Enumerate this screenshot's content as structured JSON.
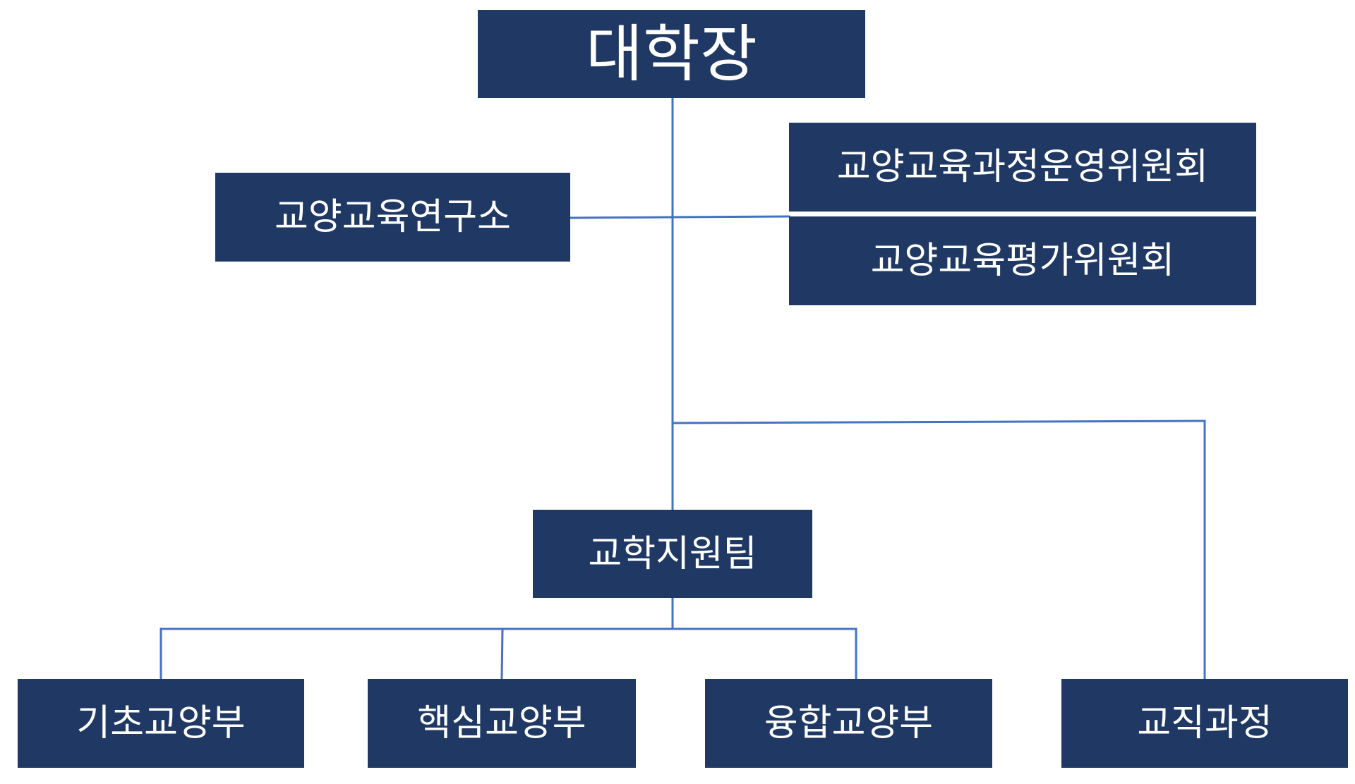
{
  "colors": {
    "box_fill": "#1f3864",
    "box_text": "#ffffff",
    "connector": "#4472c4"
  },
  "org_chart": {
    "president": "대학장",
    "institute": "교양교육연구소",
    "committee_operations": "교양교육과정운영위원회",
    "committee_evaluation": "교양교육평가위원회",
    "support_team": "교학지원팀",
    "divisions": {
      "basic": "기초교양부",
      "core": "핵심교양부",
      "convergence": "융합교양부"
    },
    "teaching_course": "교직과정"
  }
}
